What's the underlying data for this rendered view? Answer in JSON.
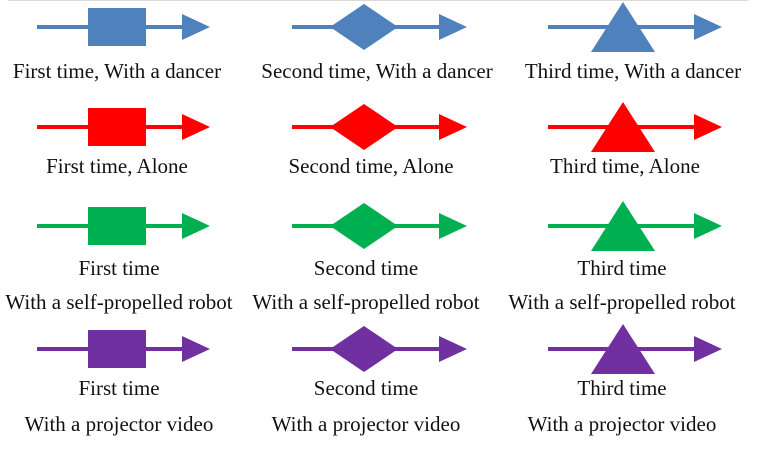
{
  "colors": {
    "dancer": "#4f81bd",
    "alone": "#ff0000",
    "robot": "#00b050",
    "projector": "#7030a0"
  },
  "rows": [
    {
      "key": "dancer",
      "color": "#4f81bd",
      "items": [
        {
          "shape": "square",
          "line1": "First time, With a dancer",
          "line2": ""
        },
        {
          "shape": "diamond",
          "line1": "Second time, With a dancer",
          "line2": ""
        },
        {
          "shape": "triangle",
          "line1": "Third time, With a dancer",
          "line2": ""
        }
      ]
    },
    {
      "key": "alone",
      "color": "#ff0000",
      "items": [
        {
          "shape": "square",
          "line1": "First time, Alone",
          "line2": ""
        },
        {
          "shape": "diamond",
          "line1": "Second time, Alone",
          "line2": ""
        },
        {
          "shape": "triangle",
          "line1": "Third time, Alone",
          "line2": ""
        }
      ]
    },
    {
      "key": "robot",
      "color": "#00b050",
      "items": [
        {
          "shape": "square",
          "line1": "First time",
          "line2": "With a self-propelled robot"
        },
        {
          "shape": "diamond",
          "line1": "Second time",
          "line2": "With a self-propelled robot"
        },
        {
          "shape": "triangle",
          "line1": "Third time",
          "line2": "With a self-propelled robot"
        }
      ]
    },
    {
      "key": "projector",
      "color": "#7030a0",
      "items": [
        {
          "shape": "square",
          "line1": "First time",
          "line2": "With a projector video"
        },
        {
          "shape": "diamond",
          "line1": "Second time",
          "line2": "With a projector video"
        },
        {
          "shape": "triangle",
          "line1": "Third time",
          "line2": "With a projector video"
        }
      ]
    }
  ]
}
